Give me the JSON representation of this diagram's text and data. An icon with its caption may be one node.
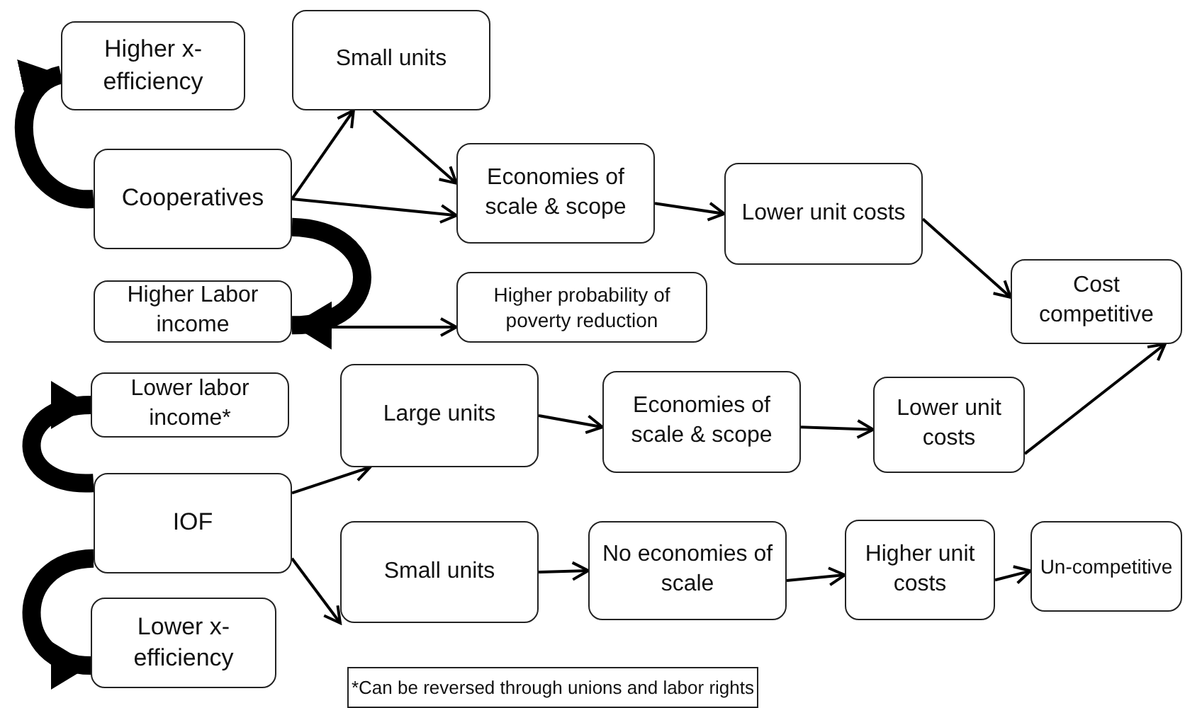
{
  "diagram": {
    "nodes": [
      {
        "text": [
          "Higher x-efficiency"
        ]
      },
      {
        "text": [
          "Small units"
        ]
      },
      {
        "text": [
          "Cooperatives"
        ]
      },
      {
        "text": [
          "Economies of scale & scope"
        ]
      },
      {
        "text": [
          "Lower unit costs"
        ]
      },
      {
        "text": [
          "Higher Labor income"
        ]
      },
      {
        "text": [
          "Higher probability of poverty reduction"
        ]
      },
      {
        "text": [
          "Cost competitive"
        ]
      },
      {
        "text": [
          "Lower labor income*"
        ]
      },
      {
        "text": [
          "Large units"
        ]
      },
      {
        "text": [
          "Economies of scale & scope"
        ]
      },
      {
        "text": [
          "Lower unit costs"
        ]
      },
      {
        "text": [
          "IOF"
        ]
      },
      {
        "text": [
          "Small units"
        ]
      },
      {
        "text": [
          "No economies of scale"
        ]
      },
      {
        "text": [
          "Higher unit costs"
        ]
      },
      {
        "text": [
          "Un-competitive"
        ]
      },
      {
        "text": [
          "Lower x-efficiency"
        ]
      }
    ],
    "edges": [
      {
        "from": 2,
        "to": 0,
        "arrow": "to",
        "style": "thick"
      },
      {
        "from": 2,
        "to": 1,
        "arrow": "to"
      },
      {
        "from": 1,
        "to": 3,
        "arrow": "to"
      },
      {
        "from": 2,
        "to": 3,
        "arrow": "to"
      },
      {
        "from": 3,
        "to": 4,
        "arrow": "to"
      },
      {
        "from": 4,
        "to": 7,
        "arrow": "to"
      },
      {
        "from": 2,
        "to": 5,
        "arrow": "to",
        "style": "thick"
      },
      {
        "from": 5,
        "to": 6,
        "arrow": "to"
      },
      {
        "from": 12,
        "to": 8,
        "arrow": "to",
        "style": "thick"
      },
      {
        "from": 12,
        "to": 17,
        "arrow": "to",
        "style": "thick"
      },
      {
        "from": 12,
        "to": 9,
        "arrow": "to"
      },
      {
        "from": 12,
        "to": 13,
        "arrow": "to"
      },
      {
        "from": 9,
        "to": 10,
        "arrow": "to"
      },
      {
        "from": 10,
        "to": 11,
        "arrow": "to"
      },
      {
        "from": 11,
        "to": 7,
        "arrow": "to"
      },
      {
        "from": 13,
        "to": 14,
        "arrow": "to"
      },
      {
        "from": 14,
        "to": 15,
        "arrow": "to"
      },
      {
        "from": 15,
        "to": 16,
        "arrow": "to"
      }
    ],
    "labels": [
      "*Can be reversed through unions and labor rights"
    ]
  }
}
